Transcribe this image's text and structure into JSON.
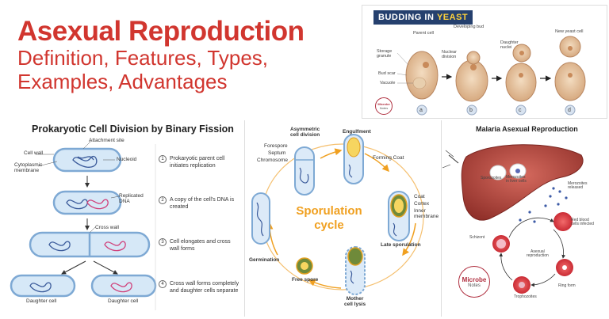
{
  "header": {
    "title": "Asexual Reproduction",
    "subtitle_line1": "Definition, Features, Types,",
    "subtitle_line2": "Examples, Advantages"
  },
  "yeast": {
    "banner_prefix": "BUDDING IN",
    "banner_highlight": "YEAST",
    "labels": {
      "parent_cell": "Parent cell",
      "storage_granule": "Storage\ngranule",
      "bud_scar": "Bud scar",
      "vacuole": "Vacuole",
      "developing_bud": "Developing bud",
      "nuclear_division": "Nuclear\ndivision",
      "daughter_nuclei": "Daughter\nnuclei",
      "new_yeast_cell": "New yeast cell"
    },
    "steps": [
      "a",
      "b",
      "c",
      "d"
    ]
  },
  "binary_fission": {
    "title": "Prokaryotic Cell Division by Binary Fission",
    "labels": {
      "cell_wall": "Cell wall",
      "attachment_site": "Attachment site",
      "cytoplasmic_membrane": "Cytoplasmic\nmembrane",
      "nucleoid": "Nucleoid",
      "replicated_dna": "Replicated\nDNA",
      "cross_wall": "Cross wall",
      "daughter_cell_left": "Daughter cell",
      "daughter_cell_right": "Daughter cell"
    },
    "steps": [
      {
        "num": "1",
        "text": "Prokaryotic parent cell initiates replication"
      },
      {
        "num": "2",
        "text": "A copy of the cell's DNA is created"
      },
      {
        "num": "3",
        "text": "Cell elongates and cross wall forms"
      },
      {
        "num": "4",
        "text": "Cross wall forms completely and daughter cells separate"
      }
    ]
  },
  "sporulation": {
    "center_line1": "Sporulation",
    "center_line2": "cycle",
    "labels": {
      "asymmetric": "Asymmetric\ncell division",
      "forespore": "Forespore",
      "septum": "Septum",
      "chromosome": "Chromosome",
      "engulfment": "Engulfment",
      "forming_coat": "Forming Coat",
      "coat": "Coat",
      "cortex": "Cortex",
      "inner_membrane": "Inner\nmembrane",
      "late_sporulation": "Late sporulation",
      "mother_cell_lysis": "Mother\ncell lysis",
      "free_spore": "Free spore",
      "germination": "Germination"
    }
  },
  "malaria": {
    "title": "Malaria Asexual Reproduction",
    "labels": {
      "sporozoites": "Sporozoites",
      "merozoites_liver": "Merozoites\nin liver cells",
      "merozoites_released": "Merozoites\nreleased",
      "rbc_infected": "Red blood\ncells infected",
      "schizont": "Schizont",
      "asexual_reproduction": "Asexual\nreproduction",
      "ring_form": "Ring form",
      "trophozoites": "Trophozoites"
    }
  },
  "watermark": {
    "line1": "Microbe",
    "line2": "Notes"
  },
  "colors": {
    "title_red": "#d1362f",
    "banner_navy": "#25406e",
    "banner_yellow": "#ffd23c",
    "cell_blue": "#9bc3e8",
    "dna_blue": "#3a5a9a",
    "dna_pink": "#d0407a",
    "spor_orange": "#f0a020",
    "liver_red": "#b5453c"
  }
}
